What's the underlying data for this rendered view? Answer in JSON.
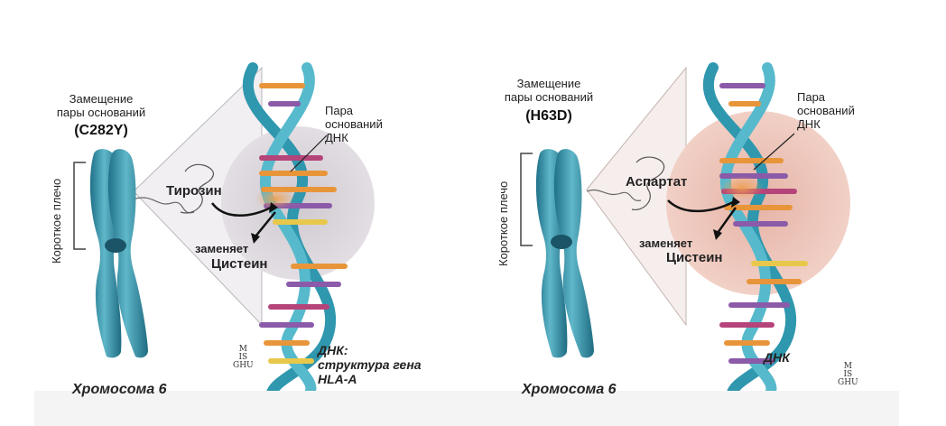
{
  "left": {
    "substitution_title": "Замещение\nпары оснований",
    "code": "C282Y",
    "arm_label": "Короткое плечо",
    "base_pair_label": "Пара\nоснований\nДНК",
    "amino_from": "Тирозин",
    "replaces_label": "заменяет",
    "amino_to": "Цистеин",
    "chromosome_label": "Хромосома 6",
    "dna_caption": "ДНК:\nструктура гена\nHLA-A",
    "logo_text": "M\nIS\nGHU",
    "circle_color": "#d9d4da"
  },
  "right": {
    "substitution_title": "Замещение\nпары оснований",
    "code": "H63D",
    "arm_label": "Короткое плечо",
    "base_pair_label": "Пара\nоснований\nДНК",
    "amino_from": "Аспартат",
    "replaces_label": "заменяет",
    "amino_to": "Цистеин",
    "chromosome_label": "Хромосома 6",
    "dna_caption": "ДНК",
    "logo_text": "M\nIS\nGHU",
    "circle_color": "#ecc4b8"
  },
  "colors": {
    "helix": "#3aa3b8",
    "helix_dark": "#1f6f83",
    "pair_orange": "#e8953a",
    "pair_purple": "#8b5aa8",
    "pair_magenta": "#b5447a",
    "pair_yellow": "#e8c84a"
  }
}
